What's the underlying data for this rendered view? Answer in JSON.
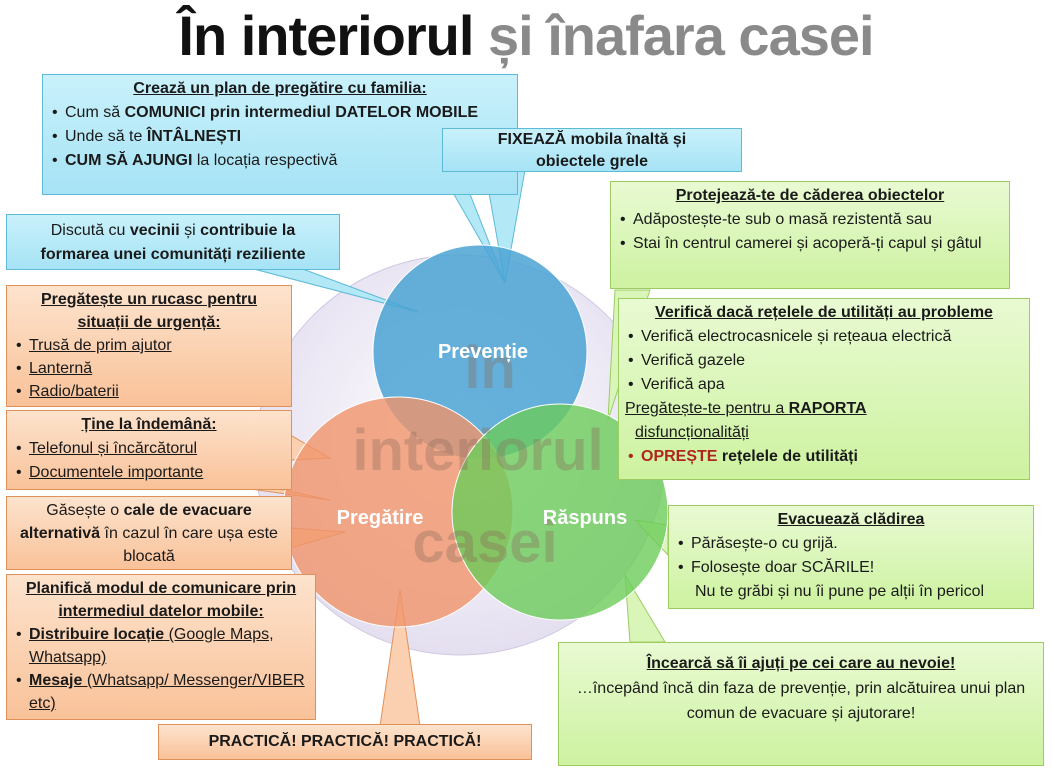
{
  "title": {
    "part1": "În interiorul",
    "part2": "și înafara casei"
  },
  "venn": {
    "center_lines": [
      "în",
      "interiorul",
      "casei"
    ],
    "circles": [
      {
        "label": "Prevenție",
        "color": "#4aa3d4"
      },
      {
        "label": "Pregătire",
        "color": "#f0946a"
      },
      {
        "label": "Răspuns",
        "color": "#6ccc5a"
      }
    ]
  },
  "boxes": {
    "plan": {
      "heading": "Crează un plan de pregătire cu familia:",
      "items": [
        {
          "pre": "Cum să ",
          "bold": "COMUNICI prin intermediul DATELOR MOBILE",
          "post": ""
        },
        {
          "pre": "Unde să te ",
          "bold": "ÎNTÂLNEȘTI",
          "post": ""
        },
        {
          "pre": "",
          "bold": "CUM SĂ AJUNGI",
          "post": " la locația respectivă"
        }
      ]
    },
    "fixeaza": {
      "bold": "FIXEAZĂ",
      "rest": " mobila înaltă și obiectele grele"
    },
    "vecini": {
      "t1": "Discută cu ",
      "b1": "vecinii",
      "t2": " și ",
      "b2": "contribuie la formarea unei comunități reziliente"
    },
    "rucsac": {
      "heading": "Pregătește un rucasc pentru situații de urgență:",
      "items": [
        "Trusă de prim ajutor",
        "Lanternă",
        "Radio/baterii"
      ]
    },
    "indemana": {
      "heading": "Ține la îndemână:",
      "items": [
        "Telefonul și încărcătorul",
        "Documentele importante"
      ]
    },
    "cale": {
      "t1": "Găsește o ",
      "b1": "cale de evacuare alternativă",
      "t2": " în cazul în care ușa este blocată"
    },
    "comunicare": {
      "heading": "Planifică modul de comunicare prin intermediul datelor mobile:",
      "items": [
        {
          "bold": "Distribuire locație",
          "rest": " (Google Maps, Whatsapp)"
        },
        {
          "bold": "Mesaje",
          "rest": " (Whatsapp/ Messenger/VIBER etc)"
        }
      ]
    },
    "practica": {
      "text": "PRACTICĂ! PRACTICĂ! PRACTICĂ!"
    },
    "protejeaza": {
      "heading": "Protejează-te de căderea obiectelor",
      "items": [
        "Adăpostește-te sub o masă rezistentă sau",
        "Stai în centrul camerei și acoperă-ți capul și gâtul"
      ]
    },
    "verifica": {
      "heading": "Verifică dacă rețelele de utilități au probleme",
      "items": [
        "Verifică electrocasnicele și rețeaua electrică",
        "Verifică gazele",
        "Verifică apa"
      ],
      "raport_pre": "Pregătește-te pentru a ",
      "raport_bold": "RAPORTA",
      "raport_line2": "disfuncționalități",
      "stop_red": "OPREȘTE",
      "stop_rest": " rețelele de utilități"
    },
    "evacueaza": {
      "heading": "Evacuează clădirea",
      "items": [
        "Părăsește-o cu grijă.",
        "Folosește doar SCĂRILE!"
      ],
      "extra": "Nu te grăbi și nu îi pune pe alții în pericol"
    },
    "ajuta": {
      "heading": "Încearcă să îi ajuți pe cei care au nevoie!",
      "body": "…începând încă din faza de prevenție, prin alcătuirea unui plan comun de evacuare și ajutorare!"
    }
  }
}
